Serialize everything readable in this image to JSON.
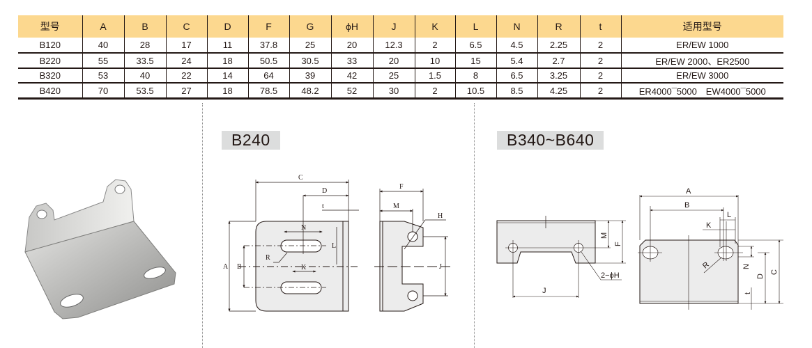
{
  "table": {
    "headers": [
      "型号",
      "A",
      "B",
      "C",
      "D",
      "F",
      "G",
      "ϕH",
      "J",
      "K",
      "L",
      "N",
      "R",
      "t",
      "适用型号"
    ],
    "rows": [
      [
        "B120",
        "40",
        "28",
        "17",
        "11",
        "37.8",
        "25",
        "20",
        "12.3",
        "2",
        "6.5",
        "4.5",
        "2.25",
        "2",
        "ER/EW 1000"
      ],
      [
        "B220",
        "55",
        "33.5",
        "24",
        "18",
        "50.5",
        "30.5",
        "33",
        "20",
        "10",
        "15",
        "5.4",
        "2.7",
        "2",
        "ER/EW 2000、ER2500"
      ],
      [
        "B320",
        "53",
        "40",
        "22",
        "14",
        "64",
        "39",
        "42",
        "25",
        "1.5",
        "8",
        "6.5",
        "3.25",
        "2",
        "ER/EW 3000"
      ],
      [
        "B420",
        "70",
        "53.5",
        "27",
        "18",
        "78.5",
        "48.2",
        "52",
        "30",
        "2",
        "10.5",
        "8.5",
        "4.25",
        "2",
        "ER4000¯5000　EW4000¯5000"
      ]
    ]
  },
  "drawing1": {
    "title": "B240",
    "labels": {
      "C": "C",
      "D": "D",
      "t": "t",
      "N": "N",
      "L": "L",
      "R": "R",
      "K": "K",
      "B": "B",
      "A": "A",
      "F": "F",
      "M": "M",
      "H": "H",
      "J": "J"
    }
  },
  "drawing2": {
    "title": "B340~B640",
    "labels": {
      "M": "M",
      "F": "F",
      "J": "J",
      "H": "2−ϕH",
      "A": "A",
      "B": "B",
      "L": "L",
      "K": "K",
      "R": "R",
      "N": "N",
      "D": "D",
      "C": "C",
      "t": "t"
    }
  }
}
